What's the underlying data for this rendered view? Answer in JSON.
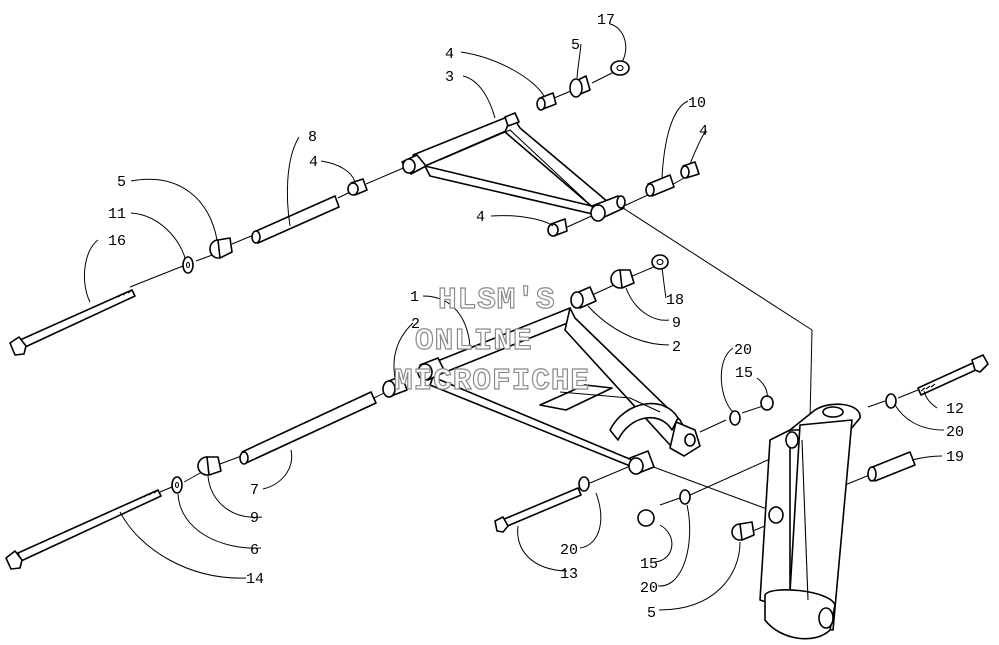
{
  "watermark": {
    "line1": "HLSM'S",
    "line2": "ONLINE",
    "line3": "MICROFICHE"
  },
  "callouts": [
    {
      "id": "c17",
      "text": "17"
    },
    {
      "id": "c4a",
      "text": "4"
    },
    {
      "id": "c5a",
      "text": "5"
    },
    {
      "id": "c3",
      "text": "3"
    },
    {
      "id": "c10",
      "text": "10"
    },
    {
      "id": "c8",
      "text": "8"
    },
    {
      "id": "c4b",
      "text": "4"
    },
    {
      "id": "c4c",
      "text": "4"
    },
    {
      "id": "c5b",
      "text": "5"
    },
    {
      "id": "c11",
      "text": "11"
    },
    {
      "id": "c16",
      "text": "16"
    },
    {
      "id": "c4d",
      "text": "4"
    },
    {
      "id": "c1",
      "text": "1"
    },
    {
      "id": "c2a",
      "text": "2"
    },
    {
      "id": "c18",
      "text": "18"
    },
    {
      "id": "c9a",
      "text": "9"
    },
    {
      "id": "c2b",
      "text": "2"
    },
    {
      "id": "c20a",
      "text": "20"
    },
    {
      "id": "c15a",
      "text": "15"
    },
    {
      "id": "c12",
      "text": "12"
    },
    {
      "id": "c20b",
      "text": "20"
    },
    {
      "id": "c19",
      "text": "19"
    },
    {
      "id": "c7",
      "text": "7"
    },
    {
      "id": "c9b",
      "text": "9"
    },
    {
      "id": "c6",
      "text": "6"
    },
    {
      "id": "c14",
      "text": "14"
    },
    {
      "id": "c20c",
      "text": "20"
    },
    {
      "id": "c13",
      "text": "13"
    },
    {
      "id": "c15b",
      "text": "15"
    },
    {
      "id": "c20d",
      "text": "20"
    },
    {
      "id": "c5c",
      "text": "5"
    }
  ]
}
